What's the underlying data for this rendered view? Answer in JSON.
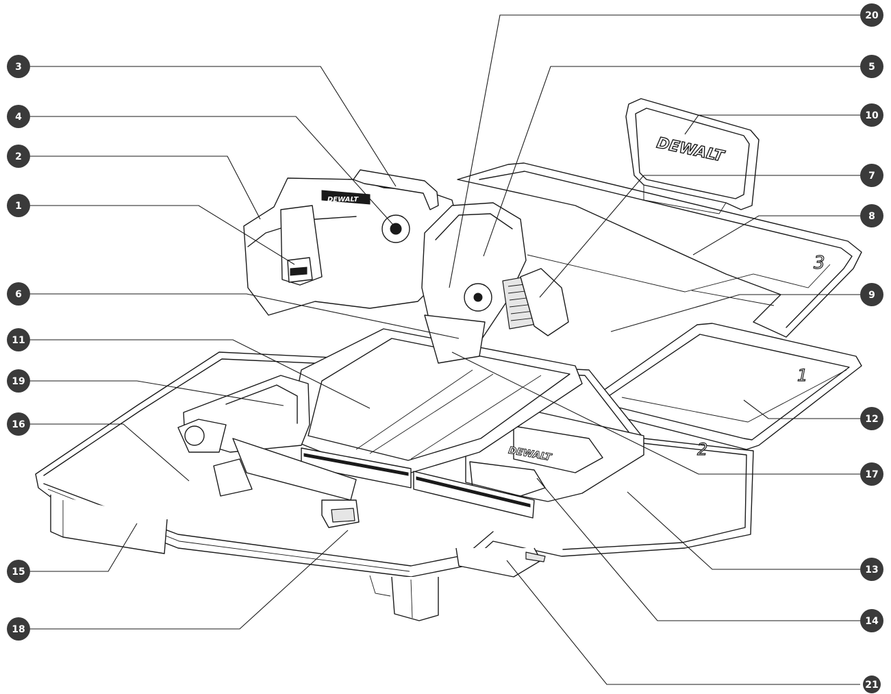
{
  "badge_color": "#3a3a3a",
  "callouts": [
    "1",
    "2",
    "3",
    "4",
    "5",
    "6",
    "7",
    "8",
    "9",
    "10",
    "11",
    "12",
    "13",
    "14",
    "15",
    "16",
    "17",
    "18",
    "19",
    "20",
    "21"
  ],
  "case_numbers": [
    "1",
    "2",
    "3"
  ],
  "logo_text": "DEWALT"
}
